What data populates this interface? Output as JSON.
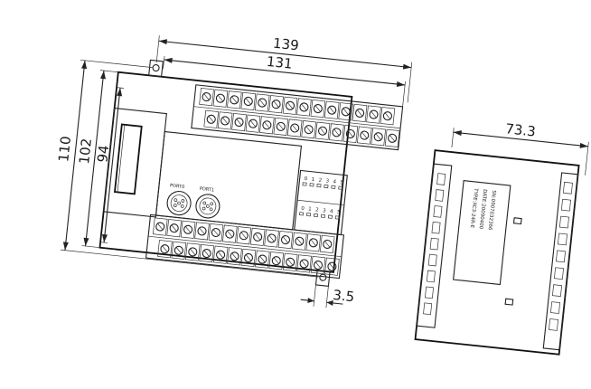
{
  "dimensions": {
    "width_overall": "139",
    "width_mount": "131",
    "height_overall": "110",
    "height_mount": "102",
    "height_body": "94",
    "depth": "73.3",
    "hole_offset": "3.5"
  },
  "ports": {
    "port0": "PORT0",
    "port1": "PORT1"
  },
  "label_plate": {
    "line1": "TYPE:XC3-24R-E",
    "line2": "DATE:20090400",
    "line3": "SN:0907032366"
  },
  "led_groups": {
    "top_digits": [
      "0",
      "1",
      "2",
      "3",
      "4",
      "5"
    ],
    "bottom_digits": [
      "0",
      "1",
      "2",
      "3",
      "4",
      "5"
    ]
  },
  "colors": {
    "line": "#222222",
    "background": "#ffffff"
  }
}
